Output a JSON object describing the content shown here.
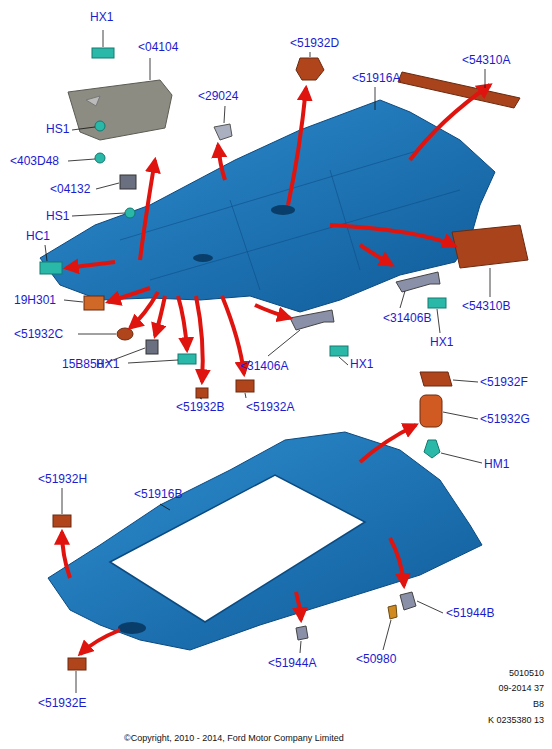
{
  "diagram": {
    "labels": [
      "HX1",
      "<04104",
      "<51932D",
      "<54310A",
      "<29024",
      "<51916A",
      "HS1",
      "<403D48",
      "<04132",
      "HS1",
      "HC1",
      "19H301",
      "<51932C",
      "15B858",
      "<54310B",
      "<31406B",
      "HX1",
      "<31406A",
      "HX1",
      "HX1",
      "<51932B",
      "<51932A",
      "<51932F",
      "<51932G",
      "HM1",
      "<51932H",
      "<51916B",
      "<51944B",
      "<50980",
      "<51944A",
      "<51932E",
      "5010510",
      "09-2014 37",
      "B8",
      "K 0235380 13",
      "©Copyright, 2010 - 2014, Ford Motor Company Limited"
    ]
  }
}
